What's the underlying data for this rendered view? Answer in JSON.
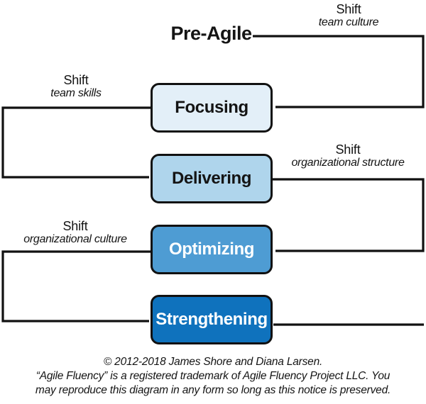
{
  "diagram": {
    "title": "Pre-Agile",
    "line_color": "#111111",
    "zones": [
      {
        "id": "focusing",
        "label": "Focusing",
        "fill": "#e3eff8",
        "text_color": "#141414"
      },
      {
        "id": "delivering",
        "label": "Delivering",
        "fill": "#afd5ec",
        "text_color": "#141414"
      },
      {
        "id": "optimizing",
        "label": "Optimizing",
        "fill": "#4e9cd3",
        "text_color": "#ffffff"
      },
      {
        "id": "strengthening",
        "label": "Strengthening",
        "fill": "#0f72bd",
        "text_color": "#ffffff"
      }
    ],
    "shifts": [
      {
        "id": "team-culture",
        "word": "Shift",
        "detail": "team culture"
      },
      {
        "id": "team-skills",
        "word": "Shift",
        "detail": "team skills"
      },
      {
        "id": "organizational-structure",
        "word": "Shift",
        "detail": "organizational structure"
      },
      {
        "id": "organizational-culture",
        "word": "Shift",
        "detail": "organizational culture"
      }
    ]
  },
  "footer": {
    "line1": "© 2012-2018 James Shore and Diana Larsen.",
    "line2": "“Agile Fluency” is a registered trademark of Agile Fluency Project LLC. You",
    "line3": "may reproduce this diagram in any form so long as this notice is preserved."
  }
}
